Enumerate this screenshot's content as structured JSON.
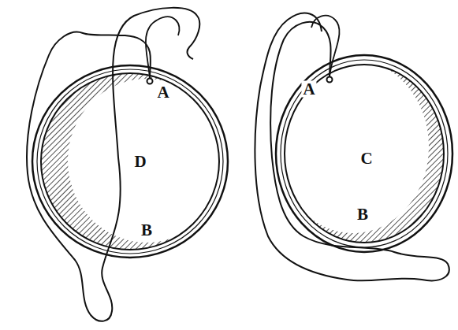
{
  "diagram": {
    "labels": [
      "A",
      "D",
      "B",
      "A",
      "C",
      "B"
    ]
  }
}
